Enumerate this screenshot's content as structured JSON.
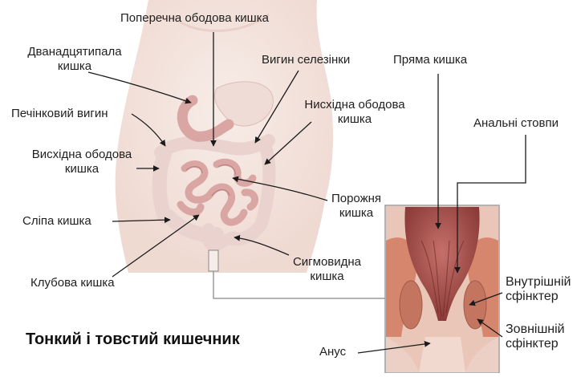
{
  "title": "Тонкий і товстий кишечник",
  "labels": {
    "transverse_colon": "Поперечна ободова кишка",
    "duodenum_1": "Дванадцятипала",
    "duodenum_2": "кишка",
    "splenic_flexure": "Вигин селезінки",
    "rectum": "Пряма кишка",
    "hepatic_flexure": "Печінковий вигин",
    "descending_colon_1": "Нисхідна ободова",
    "descending_colon_2": "кишка",
    "anal_columns": "Анальні стовпи",
    "ascending_colon_1": "Висхідна ободова",
    "ascending_colon_2": "кишка",
    "jejunum_1": "Порожня",
    "jejunum_2": "кишка",
    "cecum": "Сліпа кишка",
    "sigmoid_colon_1": "Сигмовидна",
    "sigmoid_colon_2": "кишка",
    "ileum": "Клубова кишка",
    "internal_sphincter_1": "Внутрішній",
    "internal_sphincter_2": "сфінктер",
    "external_sphincter_1": "Зовнішній",
    "external_sphincter_2": "сфінктер",
    "anus": "Анус"
  },
  "colors": {
    "skin": "#f3e3dc",
    "intestine": "#d9a6a4",
    "intestine_dark": "#b57a7a",
    "colon": "#ead3cf",
    "rectum": "#a8504d",
    "muscle": "#d7866e",
    "inset_border": "#9a9a9a",
    "line": "#1a1a1a"
  }
}
